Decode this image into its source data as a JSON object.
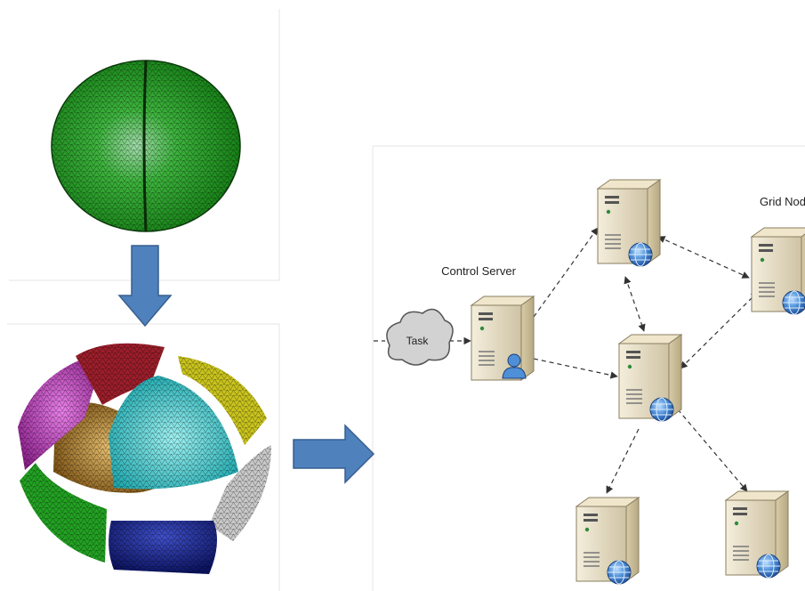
{
  "labels": {
    "control_server": "Control Server",
    "grid_node": "Grid Node",
    "task": "Task"
  },
  "icons": {
    "sphere": "meshed-sphere-icon",
    "partitioned": "partitioned-sphere-icon",
    "server": "server-tower-icon",
    "globe": "globe-icon",
    "user": "user-icon",
    "cloud": "cloud-icon"
  },
  "colors": {
    "arrow_blue": "#4f81bd",
    "sphere_green": "#2fa52f",
    "part_magenta": "#c83cc8",
    "part_cyan": "#38c4c8",
    "part_yellow": "#c8c21e",
    "part_orange": "#b88a2e",
    "part_gray": "#c8c8c8",
    "part_blue": "#1e2a9a",
    "part_red": "#9a1e2a",
    "part_green": "#22a022",
    "server_beige": "#e6dcc4",
    "globe_blue": "#3f78c8"
  }
}
